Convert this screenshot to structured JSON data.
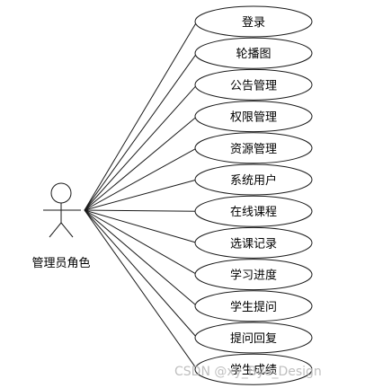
{
  "diagram": {
    "type": "use-case",
    "actor": {
      "label": "管理员角色"
    },
    "use_cases": [
      "登录",
      "轮播图",
      "公告管理",
      "权限管理",
      "资源管理",
      "系统用户",
      "在线课程",
      "选课记录",
      "学习进度",
      "学生提问",
      "提问回复",
      "学生成绩"
    ]
  },
  "watermark": {
    "text": "CSDN @xy_Bye_Design"
  }
}
